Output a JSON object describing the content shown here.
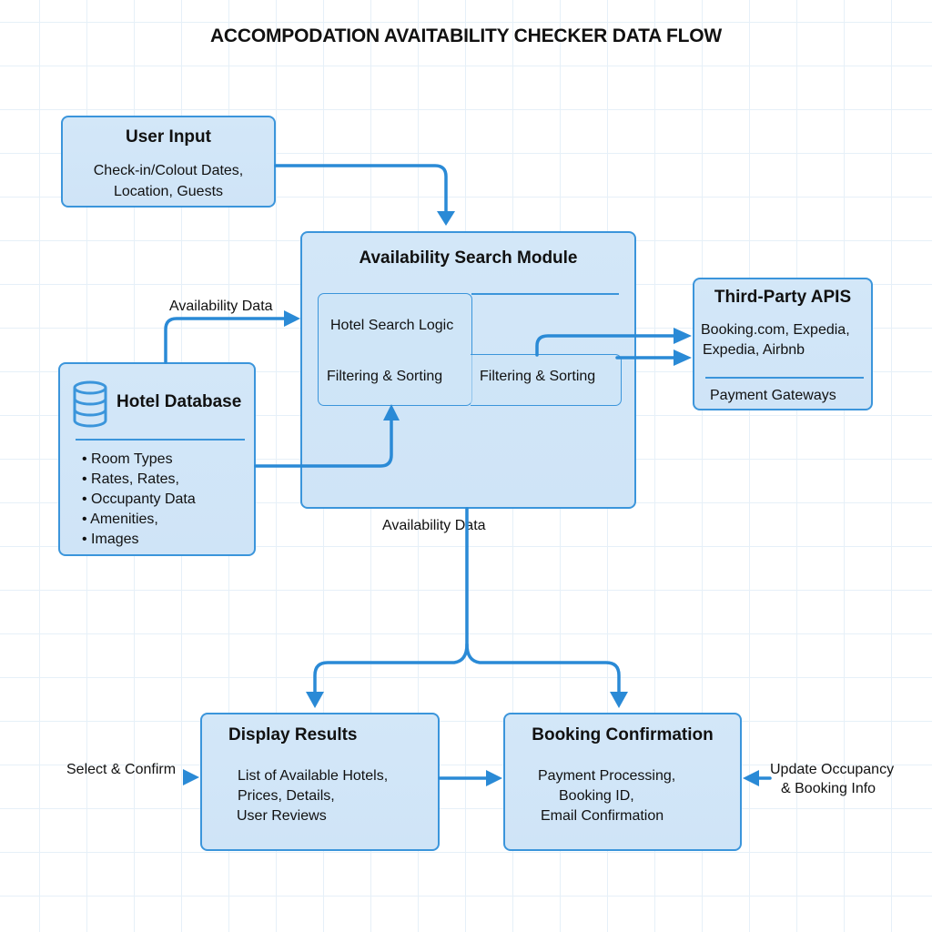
{
  "title": "ACCOMPODATION AVAITABILITY CHECKER DATA FLOW",
  "colors": {
    "accent": "#3b95db",
    "arrow": "#2a8ad6",
    "box_fill": "#d3e7f8",
    "grid": "#e6f0f8",
    "text": "#111111"
  },
  "nodes": {
    "user_input": {
      "title": "User Input",
      "lines": [
        "Check-in/Colout Dates,",
        "Location, Guests"
      ]
    },
    "search_module": {
      "title": "Availability Search Module",
      "inner_left": [
        "Hotel Search Logic",
        "Filtering & Sorting"
      ],
      "inner_right": "Filtering & Sorting"
    },
    "third_party": {
      "title": "Third-Party APIS",
      "lines": [
        "Booking.com, Expedia,",
        "Expedia, Airbnb"
      ],
      "footer": "Payment Gateways"
    },
    "hotel_db": {
      "title": "Hotel Database",
      "icon": "database-icon",
      "items": [
        "Room Types",
        "Rates, Rates,",
        "Occupanty Data",
        "Amenities,",
        "Images"
      ]
    },
    "display_results": {
      "title": "Display Results",
      "lines": [
        "List of Available Hotels,",
        "Prices, Details,",
        "User Reviews"
      ]
    },
    "booking_confirmation": {
      "title": "Booking Confirmation",
      "lines": [
        "Payment Processing,",
        "Booking ID,",
        "Email Confirmation"
      ]
    }
  },
  "edge_labels": {
    "db_to_search": "Availability Data",
    "search_to_outputs": "Availability Data",
    "select_confirm": "Select & Confirm",
    "update_occupancy": [
      "Update Occupancy",
      "& Booking Info"
    ]
  }
}
